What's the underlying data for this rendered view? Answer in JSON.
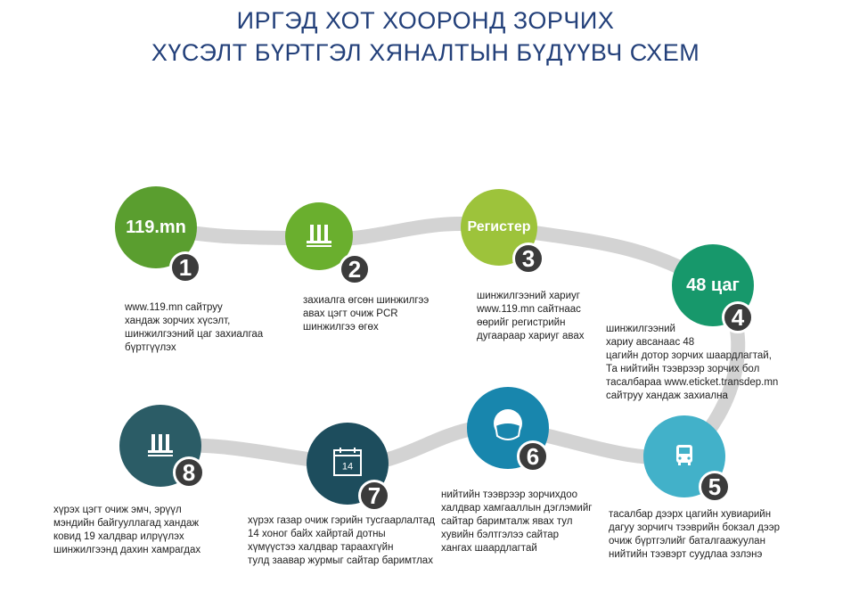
{
  "title": {
    "line1": "ИРГЭД ХОТ ХООРОНД ЗОРЧИХ",
    "line2": "ХҮСЭЛТ БҮРТГЭЛ ХЯНАЛТЫН БҮДҮҮВЧ СХЕМ"
  },
  "steps": [
    {
      "number": "1",
      "label": "119.mn",
      "icon": "",
      "color": "#5a9e2f",
      "text": "www.119.mn сайтруу\nхандаж зорчих хүсэлт,\nшинжилгээний цаг захиалгаа\nбүртгүүлэх"
    },
    {
      "number": "2",
      "label": "",
      "icon": "test-tubes-icon",
      "color": "#6aaf2e",
      "text": "захиалга өгсөн шинжилгээ\nавах цэгт очиж PCR\nшинжилгээ өгөх"
    },
    {
      "number": "3",
      "label": "Регистер",
      "icon": "",
      "color": "#9dc33b",
      "text": "шинжилгээний хариуг\nwww.119.mn сайтнаас\nөөрийг регистрийн\nдугаараар хариуг авах"
    },
    {
      "number": "4",
      "label": "48 цаг",
      "icon": "",
      "color": "#17986b",
      "text": "шинжилгээний\nхариу авсанаас 48\nцагийн дотор зорчих шаардлагтай,\nТа нийтийн тээврээр зорчих бол\nтасалбараа www.eticket.transdep.mn\nсайтруу хандаж захиална"
    },
    {
      "number": "5",
      "label": "",
      "icon": "bus-icon",
      "color": "#42b1c9",
      "text": "тасалбар дээрх цагийн хувиарийн\nдагуу зорчигч тээврийн бокзал дээр\nочиж бүртгэлийг баталгаажуулан\nнийтийн тээвэрт суудлаа эзлэнэ"
    },
    {
      "number": "6",
      "label": "",
      "icon": "face-mask-icon",
      "color": "#1886ad",
      "text": "нийтийн тээврээр зорчихдоо\nхалдвар хамгааллын дэглэмийг\nсайтар баримталж явах тул\nхувийн бэлтгэлээ сайтар\nхангах шаардлагтай"
    },
    {
      "number": "7",
      "label": "14",
      "icon": "calendar-icon",
      "color": "#1d4d5d",
      "text": "хүрэх газар очиж гэрийн тусгаарлалтад\n14 хоног байх хайртай дотны\nхүмүүстээ халдвар тараахгүйн\nтулд заавар журмыг сайтар баримтлах"
    },
    {
      "number": "8",
      "label": "",
      "icon": "test-tubes-icon",
      "color": "#2b5c66",
      "text": "хүрэх цэгт очиж эмч, эрүүл\nмэндийн байгууллагад хандаж\nковид 19 халдвар илрүүлэх\nшинжилгээнд дахин хамрагдах"
    }
  ]
}
